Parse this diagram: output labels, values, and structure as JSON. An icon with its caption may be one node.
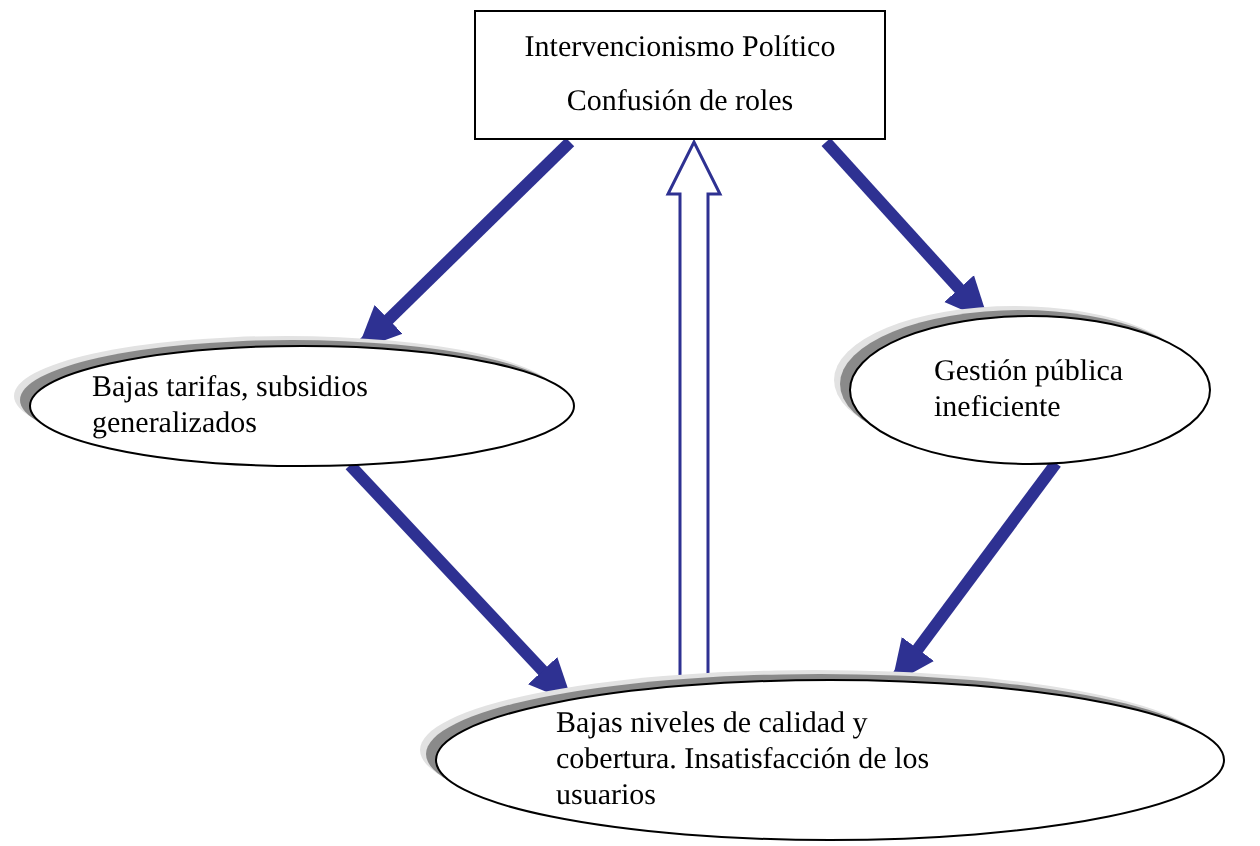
{
  "diagram": {
    "nodes": [
      {
        "text": [
          "Intervencionismo Político",
          "Confusión de roles"
        ]
      },
      {
        "text": [
          "Bajas tarifas, subsidios generalizados"
        ]
      },
      {
        "text": [
          "Gestión pública ineficiente"
        ]
      },
      {
        "text": [
          "Bajas niveles de calidad y cobertura. Insatisfacción de los usuarios"
        ]
      }
    ],
    "edges": [
      {
        "from": 0,
        "to": 1,
        "arrow": "to",
        "color": "#2e3192"
      },
      {
        "from": 0,
        "to": 2,
        "arrow": "to",
        "color": "#2e3192"
      },
      {
        "from": 1,
        "to": 3,
        "arrow": "to",
        "color": "#2e3192"
      },
      {
        "from": 2,
        "to": 3,
        "arrow": "to",
        "color": "#2e3192"
      },
      {
        "from": 3,
        "to": 0,
        "arrow": "to",
        "style": "thick",
        "color": "#2e3192"
      }
    ]
  }
}
